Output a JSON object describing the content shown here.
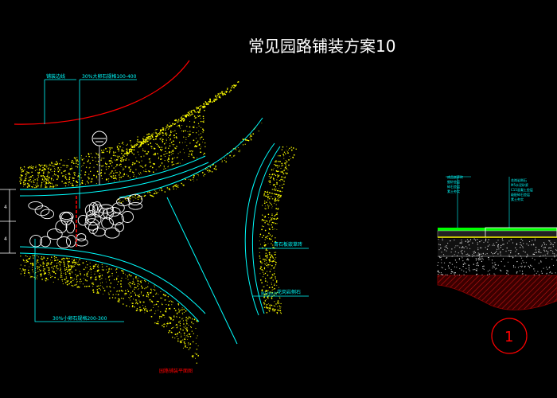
{
  "title": "常见园路铺装方案10",
  "labels": {
    "top_left_leader": "铺装边线",
    "top_pebble_note": "30%大卵石规格100-400",
    "bottom_pebble_note": "30%小卵石规格200-300",
    "right_note_upper": "青石板嵌草砖",
    "right_note_lower": "花岗岩侧石",
    "right_note_inner": "卵石排水沟",
    "plan_caption": "园路铺装平面图",
    "dim_left_top": "4",
    "dim_left_bottom": "4",
    "section_number": "1"
  },
  "section_labels": [
    "成品嵌草砖",
    "细砂垫层",
    "碎石垫层",
    "素土夯实"
  ],
  "section_right_labels": [
    "花岗岩侧石",
    "M5水泥砂浆",
    "C15混凝土垫层",
    "级配碎石垫层",
    "素土夯实"
  ],
  "colors": {
    "background": "#000000",
    "cyan": "#00ffff",
    "yellow": "#ffff00",
    "red": "#ff0000",
    "white": "#ffffff",
    "green": "#00ff00",
    "darkred": "#8b0000"
  }
}
